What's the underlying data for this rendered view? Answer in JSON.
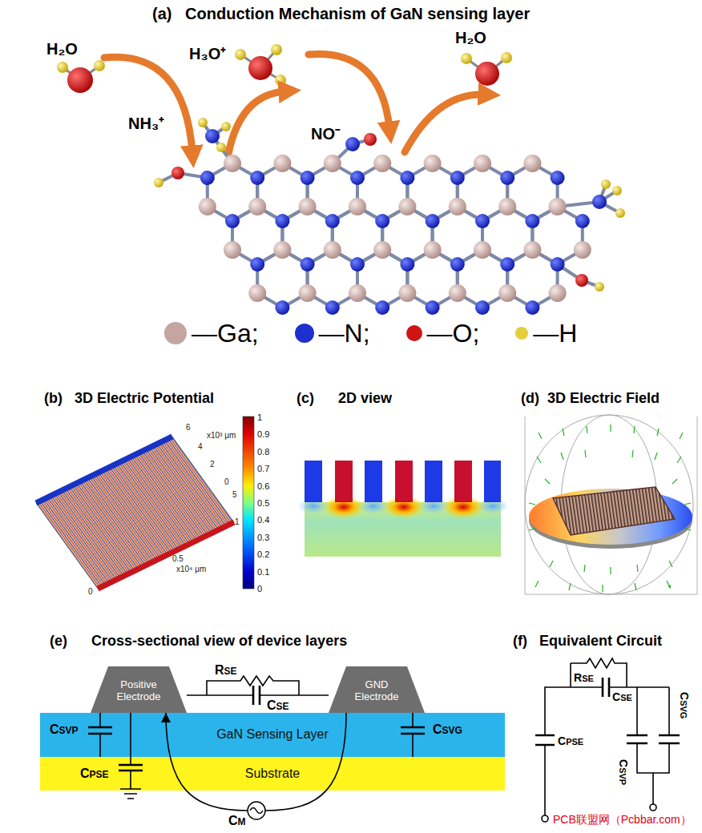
{
  "diagram": {
    "nodes": [
      {
        "text": [
          "Positive Electrode"
        ]
      },
      {
        "text": [
          "GND Electrode"
        ]
      },
      {
        "text": [
          "GaN Sensing Layer"
        ]
      },
      {
        "text": [
          "Substrate"
        ]
      }
    ],
    "edges": [
      {
        "from": 0,
        "to": 1,
        "arrow": "none"
      },
      {
        "from": 1,
        "to": 0,
        "arrow": "to"
      }
    ],
    "labels": [
      "(a)   Conduction Mechanism of GaN sensing layer",
      "H₂O",
      "H₃O⁺",
      "H₂O",
      "NH₃⁺",
      "NO⁻",
      "(b)   3D Electric Potential",
      "(c)      2D view",
      "(d)  3D Electric Field",
      "6",
      "x10³ μm",
      "4",
      "2",
      "0",
      "5",
      "1",
      "0.5",
      "x10⁴ μm",
      "0",
      "1",
      "0.9",
      "0.8",
      "0.7",
      "0.6",
      "0.5",
      "0.4",
      "0.3",
      "0.2",
      "0.1",
      "0",
      "(e)      Cross-sectional view of device layers",
      "(f)   Equivalent Circuit",
      "RSE",
      "CSE",
      "CSVP",
      "CSVG",
      "CPSE",
      "CM",
      "RSE",
      "CSE",
      "CSVG",
      "CPSE",
      "CSVP",
      "PCB联盟网（Pcbbar.com）"
    ],
    "legend": [
      {
        "text": "—Ga;",
        "color": "#c4a5a1"
      },
      {
        "text": "—N;",
        "color": "#1f2fd0"
      },
      {
        "text": "—O;",
        "color": "#d01414"
      },
      {
        "text": "—H",
        "color": "#e3cf3c"
      }
    ]
  }
}
